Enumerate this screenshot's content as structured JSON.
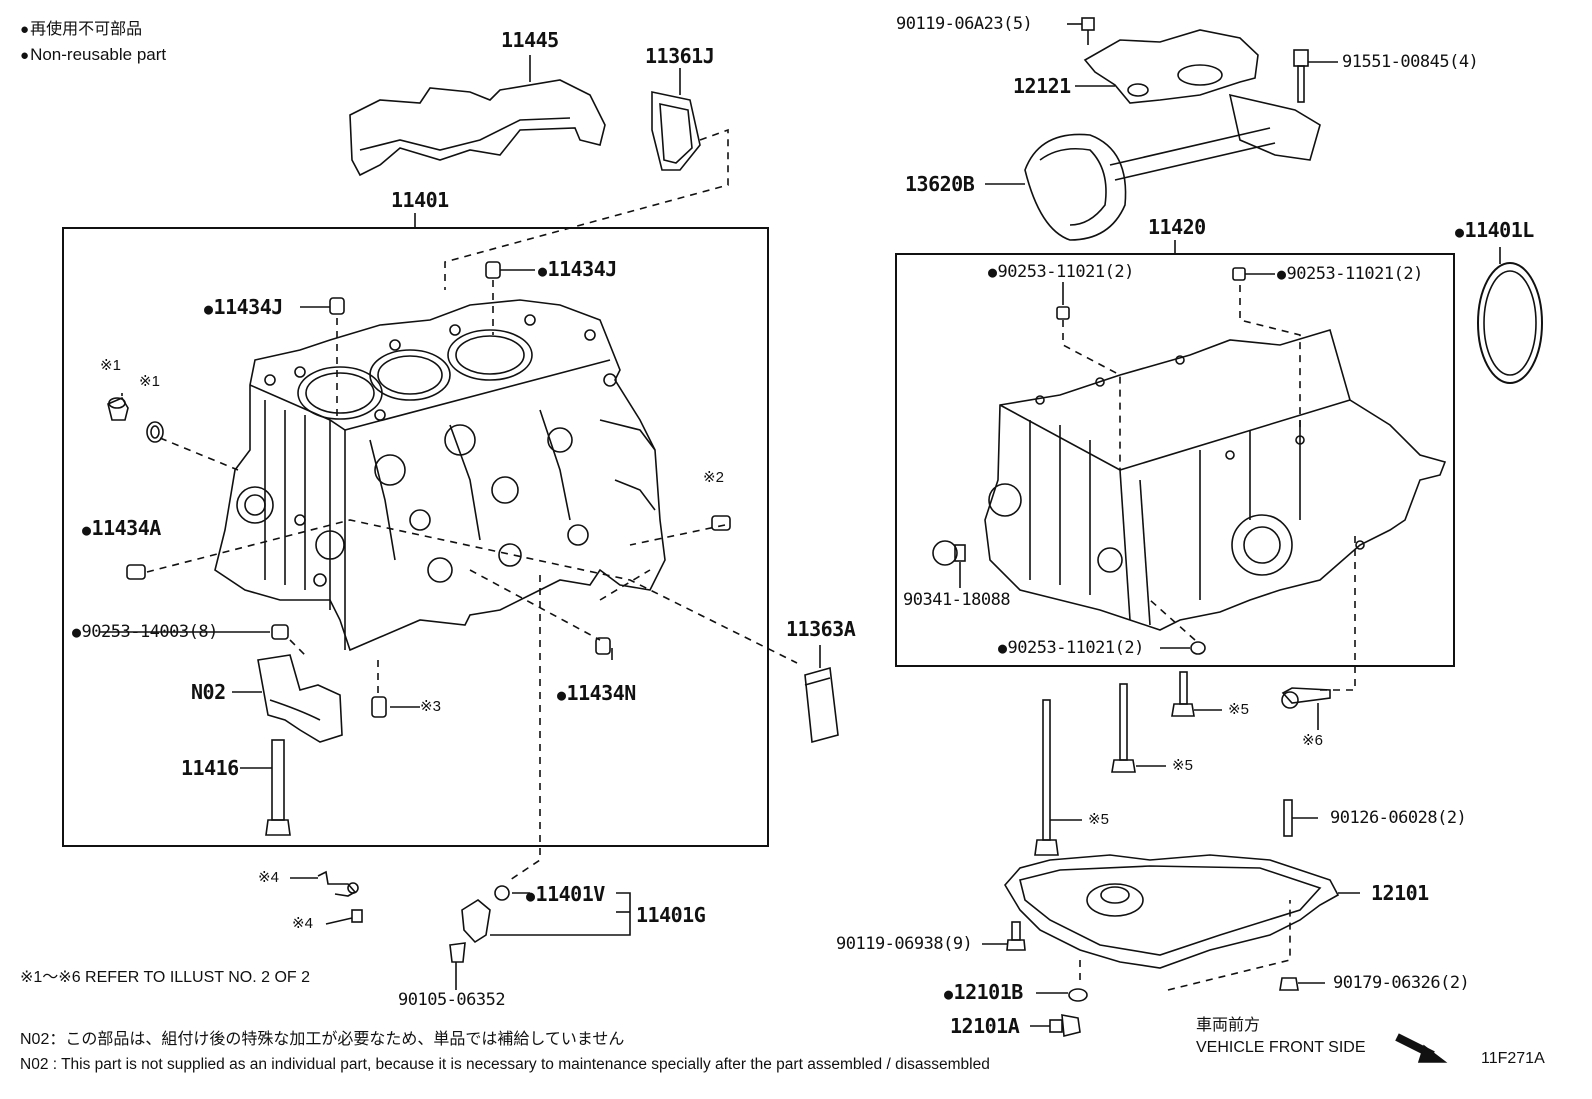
{
  "legend": {
    "jp": "再使用不可部品",
    "en": "Non-reusable part"
  },
  "left_group_label": "11401",
  "right_group_label": "11420",
  "callouts": {
    "p11445": "11445",
    "p11361J": "11361J",
    "p11434J_top": "11434J",
    "p11434J_left": "11434J",
    "ref1a": "※1",
    "ref1b": "※1",
    "ref2": "※2",
    "p11434A": "11434A",
    "p90253_14003": "90253-14003(8)",
    "pN02": "N02",
    "ref3": "※3",
    "p11434N": "11434N",
    "p11416": "11416",
    "p11363A": "11363A",
    "ref4a": "※4",
    "ref4b": "※4",
    "p11401V": "11401V",
    "p11401G": "11401G",
    "p90105_06352": "90105-06352",
    "p90119_06A23": "90119-06A23(5)",
    "p12121": "12121",
    "p91551_00845": "91551-00845(4)",
    "p13620B": "13620B",
    "p11401L": "11401L",
    "p90253_11021_a": "90253-11021(2)",
    "p90253_11021_b": "90253-11021(2)",
    "p90341_18088": "90341-18088",
    "p90253_11021_c": "90253-11021(2)",
    "ref5a": "※5",
    "ref6": "※6",
    "ref5b": "※5",
    "ref5c": "※5",
    "p90126_06028": "90126-06028(2)",
    "p12101": "12101",
    "p90119_06938": "90119-06938(9)",
    "p12101B": "12101B",
    "p90179_06326": "90179-06326(2)",
    "p12101A": "12101A"
  },
  "refer_note": "※1～※6  REFER TO ILLUST NO. 2 OF 2",
  "n02_note_jp": "N02：この部品は、組付け後の特殊な加工が必要なため、単品では補給していません",
  "n02_note_en": "N02 : This part is not supplied as an individual part, because it is necessary to maintenance specially after the part assembled / disassembled",
  "vehicle_front_jp": "車両前方",
  "vehicle_front_en": "VEHICLE FRONT SIDE",
  "illust_id": "11F271A"
}
